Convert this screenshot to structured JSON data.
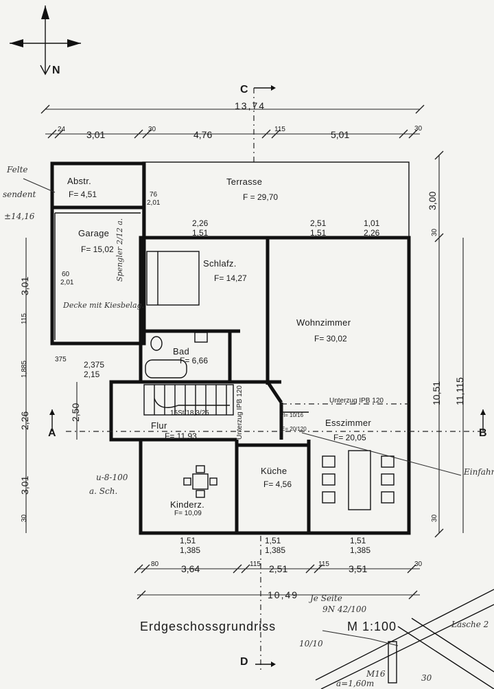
{
  "drawing": {
    "title": "Erdgeschossgrundriss",
    "scale": "M 1:100",
    "north_label": "N",
    "sections": {
      "a": "A",
      "b": "B",
      "c": "C",
      "d": "D"
    }
  },
  "rooms": {
    "abstr": {
      "name": "Abstr.",
      "area": "F= 4,51"
    },
    "garage": {
      "name": "Garage",
      "area": "F= 15,02"
    },
    "terrasse": {
      "name": "Terrasse",
      "area": "F = 29,70"
    },
    "schlafz": {
      "name": "Schlafz.",
      "area": "F= 14,27"
    },
    "wohnzimmer": {
      "name": "Wohnzimmer",
      "area": "F= 30,02"
    },
    "bad": {
      "name": "Bad",
      "area": "F= 6,66"
    },
    "flur": {
      "name": "Flur",
      "area": "F= 11,93"
    },
    "esszimmer": {
      "name": "Esszimmer",
      "area": "F= 20,05"
    },
    "kueche": {
      "name": "Küche",
      "area": "F= 4,56"
    },
    "kinderz": {
      "name": "Kinderz.",
      "area": "F= 10,09"
    }
  },
  "dims_top": {
    "overall": "13,74",
    "segments": [
      "24",
      "3,01",
      "30",
      "4,76",
      "115",
      "5,01",
      "30"
    ]
  },
  "dims_bottom": {
    "overall": "10,49",
    "segments": [
      "80",
      "3,64",
      "115",
      "2,51",
      "115",
      "3,51",
      "30"
    ]
  },
  "dims_right": {
    "a": "3,00",
    "b": "10,51",
    "c": "11,115",
    "d": "30",
    "e": "30"
  },
  "dims_left": {
    "a": "3,01",
    "b": "2,50",
    "c": "2,26",
    "d": "3,01",
    "e": "115",
    "f": "1,885",
    "g": "30"
  },
  "openings": {
    "t1": "2,26",
    "t1b": "1,51",
    "t2": "2,51",
    "t2b": "1,51",
    "t3": "1,01",
    "t3b": "2,26",
    "g1": "76",
    "g1b": "2,01",
    "g2": "60",
    "g2b": "2,01",
    "b1": "1,51",
    "b1b": "1,385",
    "b2": "1,51",
    "b2b": "1,385",
    "b3": "1,51",
    "b3b": "1,385",
    "l1": "2,375",
    "l1b": "2,15",
    "l2": "375"
  },
  "stairs": {
    "label": "15St/18,3/25",
    "beam": "Unterzug IPB 120"
  },
  "unterzug": "Unterzug IPB 120",
  "pl": "Pl= 10/16",
  "e_label": "E= 20/120",
  "notes": {
    "n1": "Felte",
    "n2": "sendent",
    "n3": "±14,16",
    "n4": "Decke mit Kiesbelag.",
    "n5": "Spengler 2/12 a.",
    "n6": "u-8-100",
    "n7": "a. Sch.",
    "n8": "Einfahrt",
    "n9": "Je Seite",
    "n10": "9N 42/100",
    "n11": "10/10",
    "n12": "Lasche 2",
    "n13": "M16",
    "n14": "a=1,60m",
    "n15": "30"
  }
}
